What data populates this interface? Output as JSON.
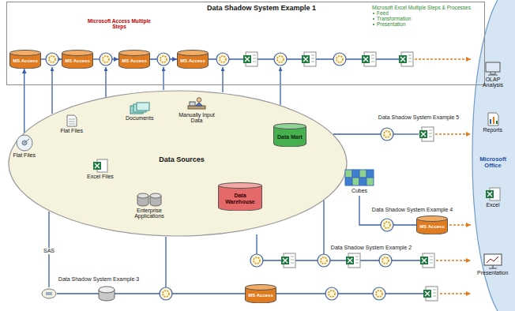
{
  "diagram": {
    "nodes": [
      {
        "text": [
          "Data Shadow System Example 1",
          "Microsoft Access Multiple Steps",
          "Microsoft Excel Multiple Steps & Processes",
          "Feed",
          "Transformation",
          "Presentation"
        ]
      },
      {
        "text": [
          "Data Sources"
        ]
      },
      {
        "text": [
          "Flat Files"
        ],
        "in": 1
      },
      {
        "text": [
          "Flat Files"
        ],
        "in": 1
      },
      {
        "text": [
          "Documents"
        ],
        "in": 1
      },
      {
        "text": [
          "Manually Input Data"
        ],
        "in": 1
      },
      {
        "text": [
          "Data Mart"
        ],
        "in": 1
      },
      {
        "text": [
          "Excel Files"
        ],
        "in": 1
      },
      {
        "text": [
          "Enterprise Applications"
        ],
        "in": 1
      },
      {
        "text": [
          "Data Warehouse"
        ],
        "in": 1
      },
      {
        "text": [
          "Cubes"
        ]
      },
      {
        "text": [
          "MS Access"
        ],
        "in": 0
      },
      {
        "text": [
          "MS Access"
        ],
        "in": 0
      },
      {
        "text": [
          "MS Access"
        ],
        "in": 0
      },
      {
        "text": [
          "MS Access"
        ],
        "in": 0
      },
      {
        "text": [
          "MS Access"
        ]
      },
      {
        "text": [
          "MS Access"
        ]
      },
      {
        "text": [
          "OLAP Analysis"
        ]
      },
      {
        "text": [
          "Reports"
        ]
      },
      {
        "text": [
          "Excel"
        ]
      },
      {
        "text": [
          "Presentation"
        ]
      }
    ],
    "edges": [
      {
        "from": 2,
        "to": 11,
        "arrow": "to"
      },
      {
        "from": 11,
        "to": 12,
        "arrow": "to"
      },
      {
        "from": 12,
        "to": 13,
        "arrow": "to"
      },
      {
        "from": 13,
        "to": 14,
        "arrow": "to"
      }
    ],
    "labels": [
      "Data Shadow System Example 5",
      "Data Shadow System Example 4",
      "Data Shadow System Example 2",
      "Data Shadow System Example 3",
      "SAS",
      "Microsoft Office"
    ]
  }
}
